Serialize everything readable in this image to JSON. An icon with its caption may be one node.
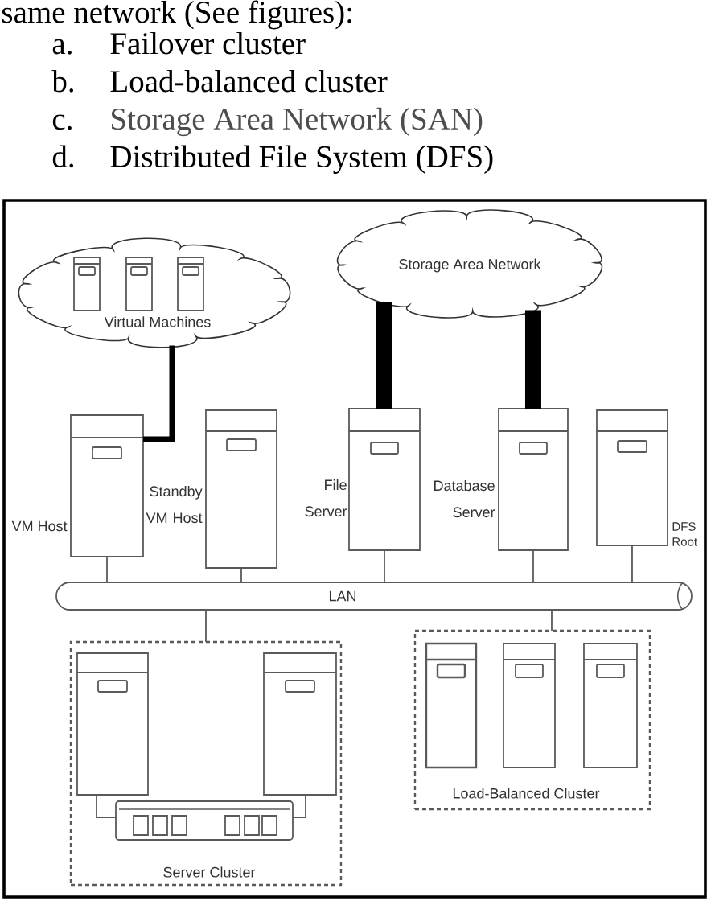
{
  "diagram": {
    "nodes": [
      {
        "text": [
          "Virtual Machines"
        ]
      },
      {
        "text": [],
        "shape": "box",
        "in": 0
      },
      {
        "text": [],
        "shape": "box",
        "in": 0
      },
      {
        "text": [],
        "shape": "box",
        "in": 0
      },
      {
        "text": [
          "Storage Area Network"
        ]
      },
      {
        "text": [
          "VM Host"
        ]
      },
      {
        "text": [
          "Standby VM Host"
        ]
      },
      {
        "text": [
          "File Server"
        ]
      },
      {
        "text": [
          "Database Server"
        ]
      },
      {
        "text": [
          "DFS Root"
        ]
      },
      {
        "text": [
          "LAN"
        ]
      },
      {
        "text": [
          "Server Cluster"
        ]
      },
      {
        "text": [],
        "shape": "box",
        "in": 11
      },
      {
        "text": [],
        "shape": "box",
        "in": 11
      },
      {
        "text": [],
        "shape": "box",
        "in": 11
      },
      {
        "text": [
          "Load-Balanced Cluster"
        ]
      },
      {
        "text": [],
        "shape": "box",
        "in": 15
      },
      {
        "text": [],
        "shape": "box",
        "in": 15
      },
      {
        "text": [],
        "shape": "box",
        "in": 15
      }
    ],
    "edges": [
      {
        "from": 0,
        "to": 5,
        "arrow": "none",
        "style": "thick",
        "color": "#000000"
      },
      {
        "from": 4,
        "to": 7,
        "arrow": "none",
        "style": "thick",
        "color": "#000000"
      },
      {
        "from": 4,
        "to": 8,
        "arrow": "none",
        "style": "thick",
        "color": "#000000"
      },
      {
        "from": 5,
        "to": 10,
        "arrow": "none"
      },
      {
        "from": 6,
        "to": 10,
        "arrow": "none"
      },
      {
        "from": 7,
        "to": 10,
        "arrow": "none"
      },
      {
        "from": 8,
        "to": 10,
        "arrow": "none"
      },
      {
        "from": 9,
        "to": 10,
        "arrow": "none"
      },
      {
        "from": 10,
        "to": 11,
        "arrow": "none"
      },
      {
        "from": 10,
        "to": 15,
        "arrow": "none"
      },
      {
        "from": 12,
        "to": 14,
        "arrow": "none"
      },
      {
        "from": 13,
        "to": 14,
        "arrow": "none"
      }
    ],
    "labels": [
      "same network (See figures):",
      "a.",
      "Failover cluster",
      "b.",
      "Load-balanced cluster",
      "c.",
      "Storage Area Network (SAN)",
      "d.",
      "Distributed File System (DFS)"
    ]
  }
}
